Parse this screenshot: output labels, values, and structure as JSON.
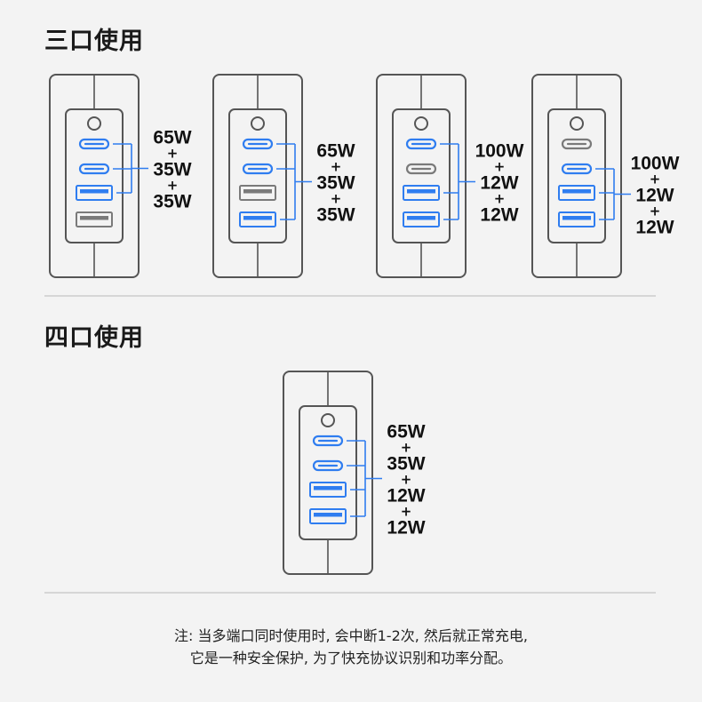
{
  "sections": [
    {
      "title": "三口使用"
    },
    {
      "title": "四口使用"
    }
  ],
  "colors": {
    "accent_blue": "#2f7df0",
    "outline": "#555555",
    "inactive_port": "#7a7a7a",
    "background": "#f3f3f3"
  },
  "diagrams": [
    {
      "ports": [
        {
          "type": "usb-c",
          "active": true
        },
        {
          "type": "usb-c",
          "active": true
        },
        {
          "type": "usb-a",
          "active": true
        },
        {
          "type": "usb-a",
          "active": false
        }
      ],
      "bracket_ports": [
        0,
        1,
        2
      ],
      "labels": [
        "65W",
        "35W",
        "35W"
      ]
    },
    {
      "ports": [
        {
          "type": "usb-c",
          "active": true
        },
        {
          "type": "usb-c",
          "active": true
        },
        {
          "type": "usb-a",
          "active": false
        },
        {
          "type": "usb-a",
          "active": true
        }
      ],
      "bracket_ports": [
        0,
        1,
        3
      ],
      "labels": [
        "65W",
        "35W",
        "35W"
      ]
    },
    {
      "ports": [
        {
          "type": "usb-c",
          "active": true
        },
        {
          "type": "usb-c",
          "active": false
        },
        {
          "type": "usb-a",
          "active": true
        },
        {
          "type": "usb-a",
          "active": true
        }
      ],
      "bracket_ports": [
        0,
        2,
        3
      ],
      "labels": [
        "100W",
        "12W",
        "12W"
      ]
    },
    {
      "ports": [
        {
          "type": "usb-c",
          "active": false
        },
        {
          "type": "usb-c",
          "active": true
        },
        {
          "type": "usb-a",
          "active": true
        },
        {
          "type": "usb-a",
          "active": true
        }
      ],
      "bracket_ports": [
        1,
        2,
        3
      ],
      "labels": [
        "100W",
        "12W",
        "12W"
      ]
    },
    {
      "ports": [
        {
          "type": "usb-c",
          "active": true
        },
        {
          "type": "usb-c",
          "active": true
        },
        {
          "type": "usb-a",
          "active": true
        },
        {
          "type": "usb-a",
          "active": true
        }
      ],
      "bracket_ports": [
        0,
        1,
        2,
        3
      ],
      "labels": [
        "65W",
        "35W",
        "12W",
        "12W"
      ]
    }
  ],
  "plus_sign": "+",
  "note": {
    "line1": "注: 当多端口同时使用时, 会中断1-2次, 然后就正常充电,",
    "line2": "它是一种安全保护, 为了快充协议识别和功率分配。"
  }
}
